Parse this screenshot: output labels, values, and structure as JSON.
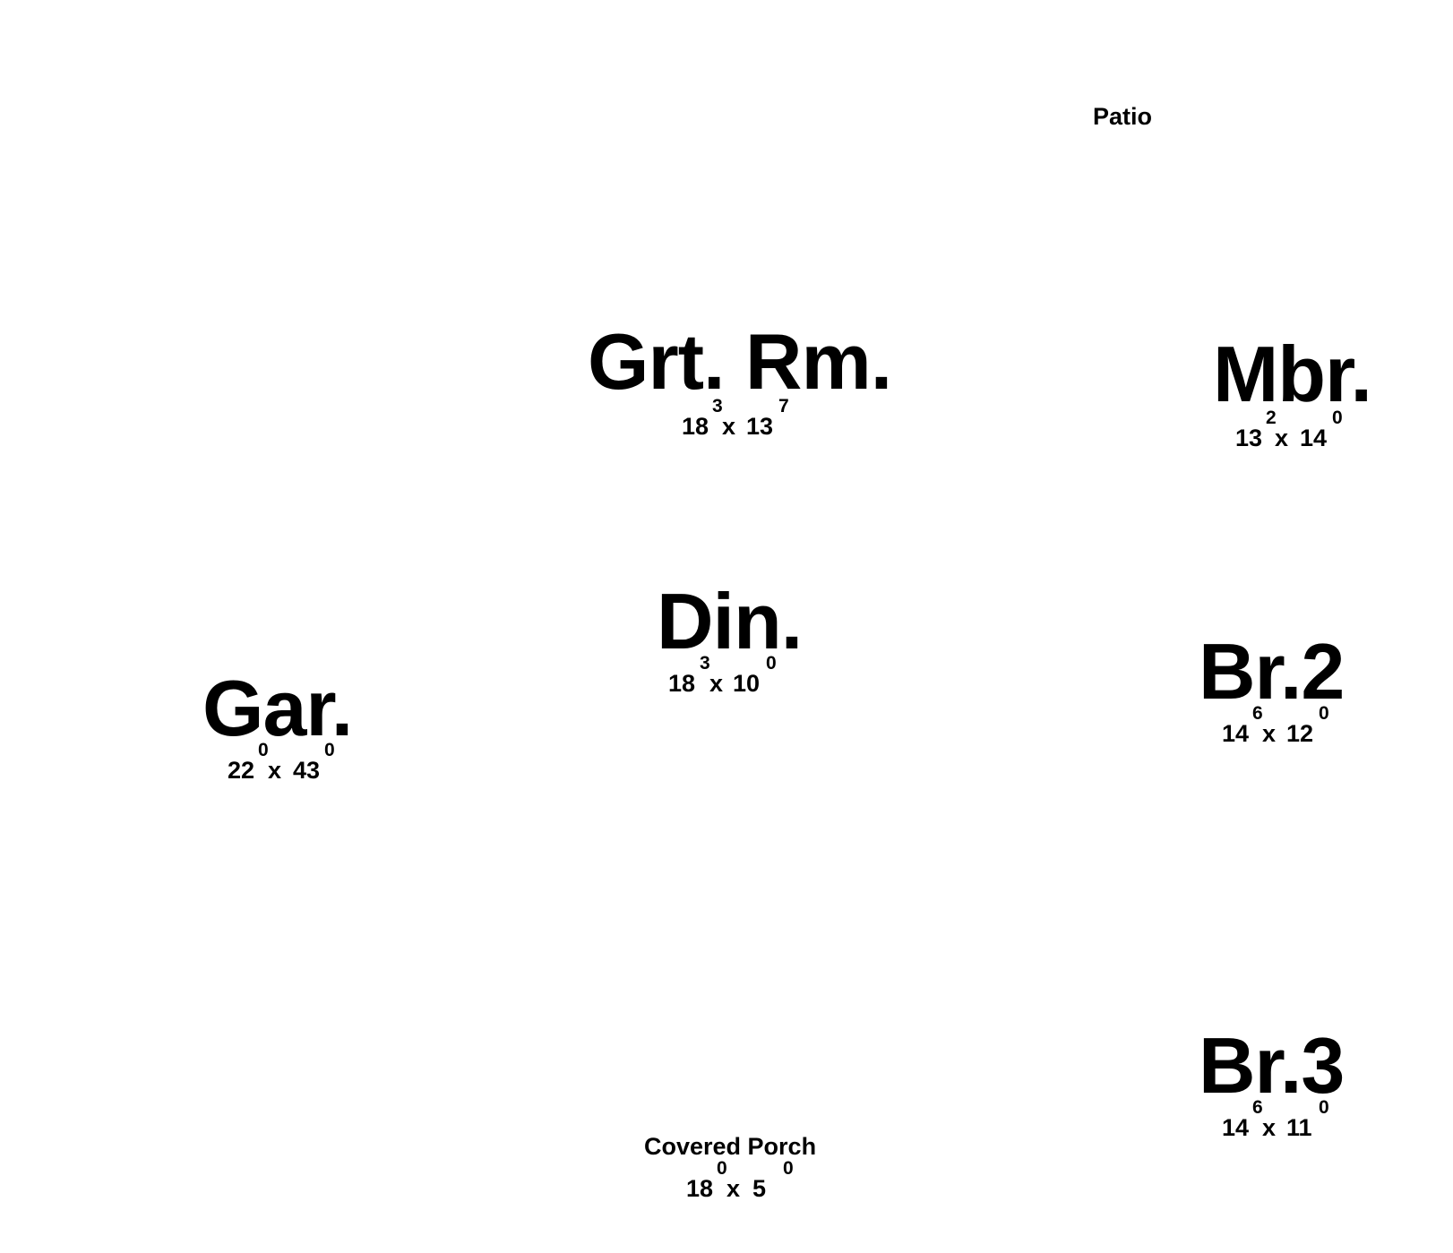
{
  "floor_plan": {
    "rooms": [
      {
        "id": "patio",
        "name": "Patio"
      },
      {
        "id": "grt-rm",
        "name": "Grt. Rm.",
        "dim_a": "18",
        "sup_a": "3",
        "sep": "x",
        "dim_b": "13",
        "sup_b": "7"
      },
      {
        "id": "mbr",
        "name": "Mbr.",
        "dim_a": "13",
        "sup_a": "2",
        "sep": "x",
        "dim_b": "14",
        "sup_b": "0"
      },
      {
        "id": "din",
        "name": "Din.",
        "dim_a": "18",
        "sup_a": "3",
        "sep": "x",
        "dim_b": "10",
        "sup_b": "0"
      },
      {
        "id": "br2",
        "name": "Br.2",
        "dim_a": "14",
        "sup_a": "6",
        "sep": "x",
        "dim_b": "12",
        "sup_b": "0"
      },
      {
        "id": "gar",
        "name": "Gar.",
        "dim_a": "22",
        "sup_a": "0",
        "sep": "x",
        "dim_b": "43",
        "sup_b": "0"
      },
      {
        "id": "br3",
        "name": "Br.3",
        "dim_a": "14",
        "sup_a": "6",
        "sep": "x",
        "dim_b": "11",
        "sup_b": "0"
      },
      {
        "id": "covered-porch",
        "name": "Covered Porch",
        "dim_a": "18",
        "sup_a": "0",
        "sep": "x",
        "dim_b": "5",
        "sup_b": "0"
      }
    ]
  }
}
